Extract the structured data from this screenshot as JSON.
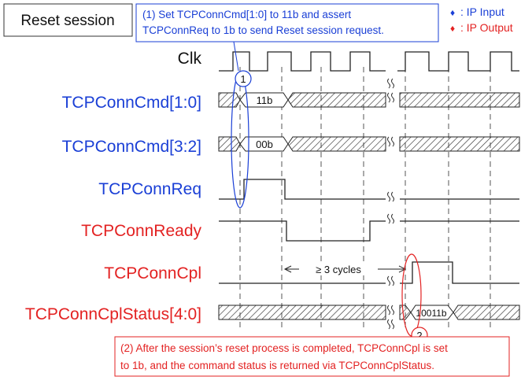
{
  "title_box": {
    "label": "Reset session"
  },
  "note1": {
    "line1": "(1) Set TCPConnCmd[1:0] to 11b and assert",
    "line2": "TCPConnReq to 1b to send Reset session request."
  },
  "legend": {
    "input_marker": "♦",
    "input_label": ": IP Input",
    "output_marker": "♦",
    "output_label": ": IP Output",
    "input_color": "#1a3fd6",
    "output_color": "#e32222"
  },
  "signals": {
    "clk": "Clk",
    "cmd10": "TCPConnCmd[1:0]",
    "cmd32": "TCPConnCmd[3:2]",
    "req": "TCPConnReq",
    "ready": "TCPConnReady",
    "cpl": "TCPConnCpl",
    "cplstatus": "TCPConnCplStatus[4:0]"
  },
  "values": {
    "cmd10_value": "11b",
    "cmd32_value": "00b",
    "status_value": "10011b"
  },
  "annotations": {
    "cycles": "≥ 3 cycles",
    "marker1": "1",
    "marker2": "2"
  },
  "note2": {
    "line1": "(2) After the session’s reset process is completed, TCPConnCpl is set",
    "line2": "to 1b, and the command status is returned via TCPConnCplStatus."
  }
}
